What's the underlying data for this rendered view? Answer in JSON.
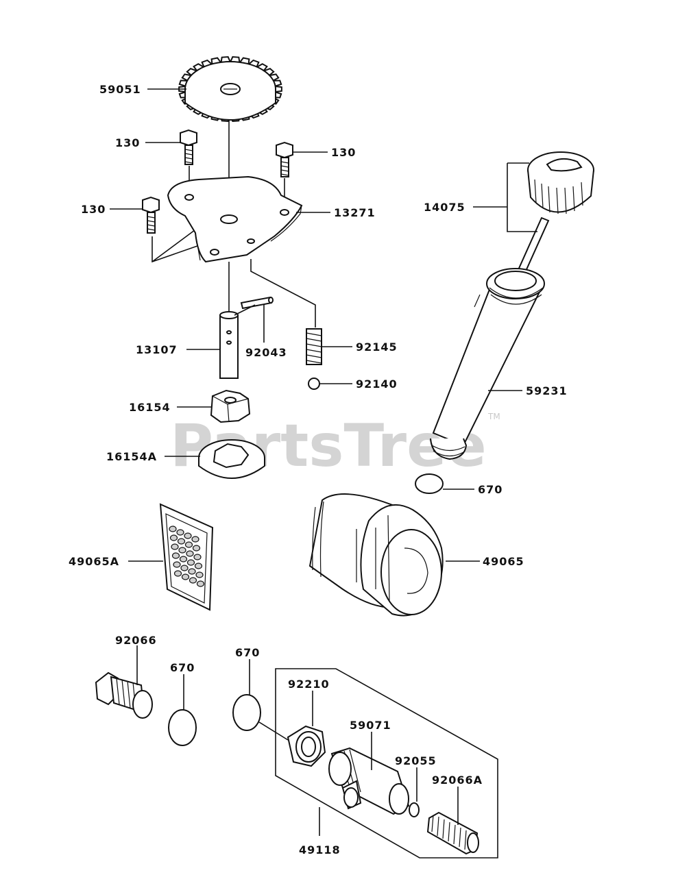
{
  "watermark": {
    "brand": "PartsTree",
    "trademark": "TM"
  },
  "parts": {
    "gear": "59051",
    "bolt_upper_left": "130",
    "bolt_upper_right": "130",
    "bolt_left": "130",
    "cover_plate": "13271",
    "shaft": "13107",
    "pin": "92043",
    "spring": "92145",
    "ball": "92140",
    "inner_rotor": "16154",
    "outer_rotor": "16154A",
    "dipstick_cap": "14075",
    "filler_tube": "59231",
    "oring_tube": "670",
    "screen_filter": "49065A",
    "oil_filter": "49065",
    "plug": "92066",
    "oring_plug": "670",
    "oring_assembly": "670",
    "nut": "92210",
    "adapter": "59071",
    "washer": "92055",
    "stud": "92066A",
    "assembly": "49118"
  }
}
